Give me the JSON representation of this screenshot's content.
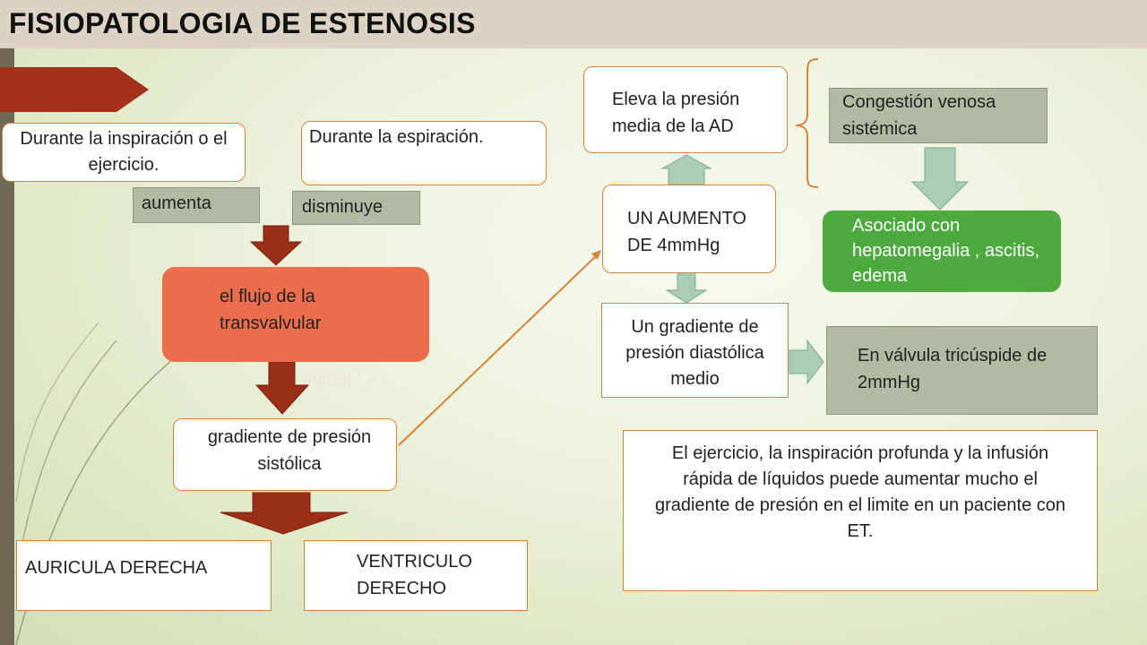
{
  "title": "FISIOPATOLOGIA  DE ESTENOSIS",
  "left": {
    "inspiracion": "Durante la inspiración o el ejercicio.",
    "espiracion": "Durante la espiración.",
    "aumenta": "aumenta",
    "disminuye": "disminuye",
    "flujo": "el  flujo de la transvalvular",
    "aumenta_overlay": "aument a",
    "gradiente_sistolica": "gradiente de presión sistólica",
    "auricula": "AURICULA DERECHA",
    "ventriculo": "VENTRICULO DERECHO"
  },
  "right": {
    "eleva": "Eleva la presión media de la AD",
    "aumento": "UN AUMENTO DE 4mmHg",
    "gradiente_diastolica": "Un gradiente de presión diastólica  medio",
    "congestion": "Congestión venosa sistémica",
    "asociado": "Asociado con hepatomegalia , ascitis, edema",
    "valvula": "En válvula tricúspide de 2mmHg",
    "nota": "El ejercicio, la inspiración profunda y la infusión rápida de líquidos puede aumentar mucho el gradiente de presión en el limite en un paciente con ET."
  },
  "colors": {
    "orange_box": "#ec6d4e",
    "dark_red_arrow": "#9a2e17",
    "gray_box": "#b2bba2",
    "green_box": "#4caa3f",
    "light_arrow": "#a9cdb7",
    "border": "#d3843a"
  }
}
